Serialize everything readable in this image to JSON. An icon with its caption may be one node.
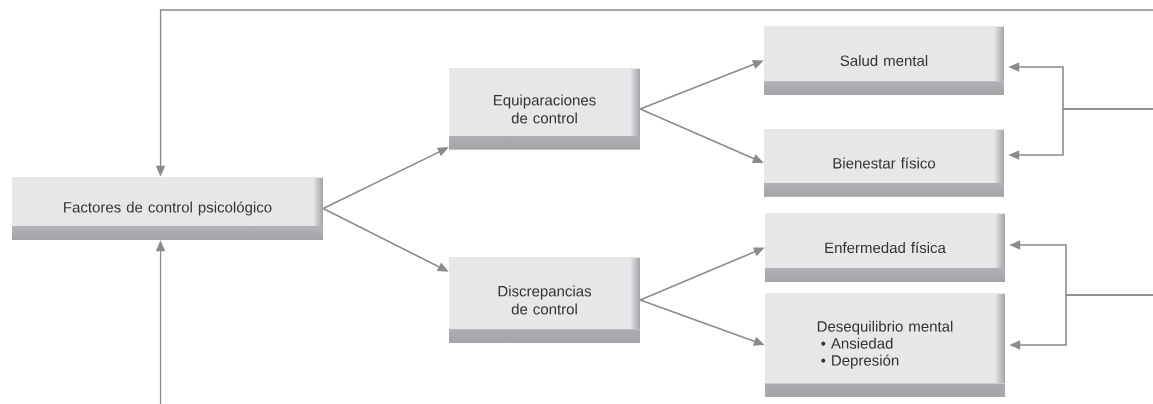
{
  "diagram": {
    "nodes": [
      {
        "text": [
          "Factores de control psicológico"
        ]
      },
      {
        "text": [
          "Equiparaciones de control"
        ]
      },
      {
        "text": [
          "Discrepancias de control"
        ]
      },
      {
        "text": [
          "Salud mental"
        ]
      },
      {
        "text": [
          "Bienestar físico"
        ]
      },
      {
        "text": [
          "Enfermedad física"
        ]
      },
      {
        "text": [
          "Desequilibrio mental",
          "• Ansiedad",
          "• Depresión"
        ]
      }
    ],
    "edges": [
      {
        "from": 0,
        "to": 1,
        "arrow": "to"
      },
      {
        "from": 0,
        "to": 2,
        "arrow": "to"
      },
      {
        "from": 1,
        "to": 3,
        "arrow": "to"
      },
      {
        "from": 1,
        "to": 4,
        "arrow": "to"
      },
      {
        "from": 2,
        "to": 5,
        "arrow": "to"
      },
      {
        "from": 2,
        "to": 6,
        "arrow": "to"
      },
      {
        "from": null,
        "to": 0,
        "arrow": "to"
      },
      {
        "from": null,
        "to": 0,
        "arrow": "to"
      },
      {
        "from": null,
        "to": 3,
        "arrow": "to"
      },
      {
        "from": null,
        "to": 4,
        "arrow": "to"
      },
      {
        "from": null,
        "to": 5,
        "arrow": "to"
      },
      {
        "from": null,
        "to": 6,
        "arrow": "to"
      }
    ]
  }
}
